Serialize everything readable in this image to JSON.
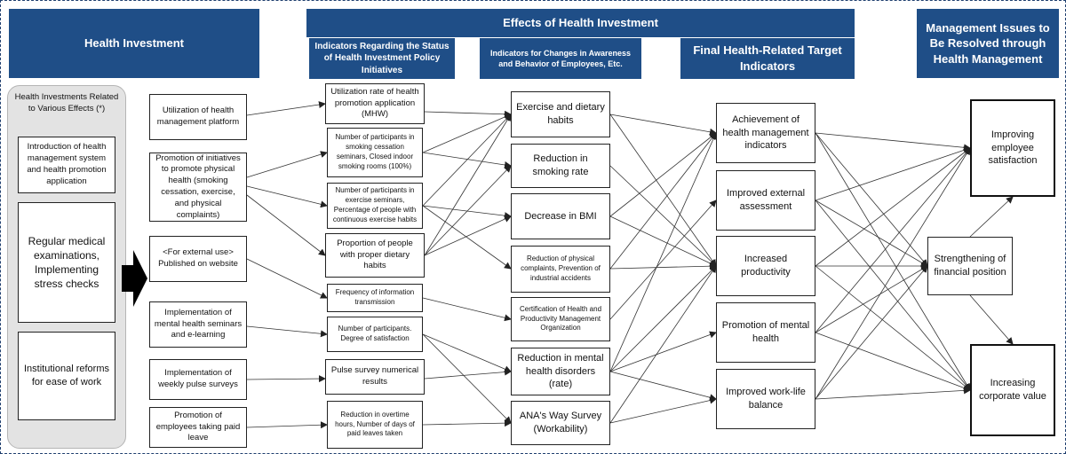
{
  "headers": {
    "health_investment": "Health Investment",
    "effects": "Effects of Health Investment",
    "status_indicators": "Indicators Regarding the Status of Health Investment Policy Initiatives",
    "awareness_indicators": "Indicators for Changes in Awareness and Behavior of Employees, Etc.",
    "final_indicators": "Final Health-Related Target Indicators",
    "management_issues": "Management Issues to Be Resolved through Health Management"
  },
  "group_label": "Health Investments Related to Various Effects (*)",
  "left_boxes": [
    "Introduction of health management system and health promotion application",
    "Regular medical examinations, Implementing stress checks",
    "Institutional reforms for ease of work"
  ],
  "investments": [
    "Utilization of health management platform",
    "Promotion of initiatives to promote physical health (smoking cessation, exercise, and physical complaints)",
    "<For external use> Published on website",
    "Implementation of mental health seminars and e-learning",
    "Implementation of weekly pulse surveys",
    "Promotion of employees taking paid leave"
  ],
  "status": [
    "Utilization rate of health promotion application (MHW)",
    "Number of participants in smoking cessation seminars, Closed indoor smoking rooms (100%)",
    "Number of participants in exercise seminars, Percentage of people with continuous exercise habits",
    "Proportion of people with proper dietary habits",
    "Frequency of information transmission",
    "Number of participants. Degree of satisfaction",
    "Pulse survey numerical results",
    "Reduction in overtime hours, Number of days of paid leaves taken"
  ],
  "awareness": [
    "Exercise and dietary habits",
    "Reduction in smoking rate",
    "Decrease in BMI",
    "Reduction of physical complaints, Prevention of industrial accidents",
    "Certification of Health and Productivity Management Organization",
    "Reduction in mental health disorders (rate)",
    "ANA's Way Survey (Workability)"
  ],
  "final": [
    "Achievement of health management indicators",
    "Improved external assessment",
    "Increased productivity",
    "Promotion of mental health",
    "Improved work-life balance"
  ],
  "issues": [
    "Improving employee satisfaction",
    "Strengthening of financial position",
    "Increasing corporate value"
  ],
  "colors": {
    "header_bg": "#1f4e87",
    "group_bg": "#e3e3e3",
    "line": "#333333"
  }
}
